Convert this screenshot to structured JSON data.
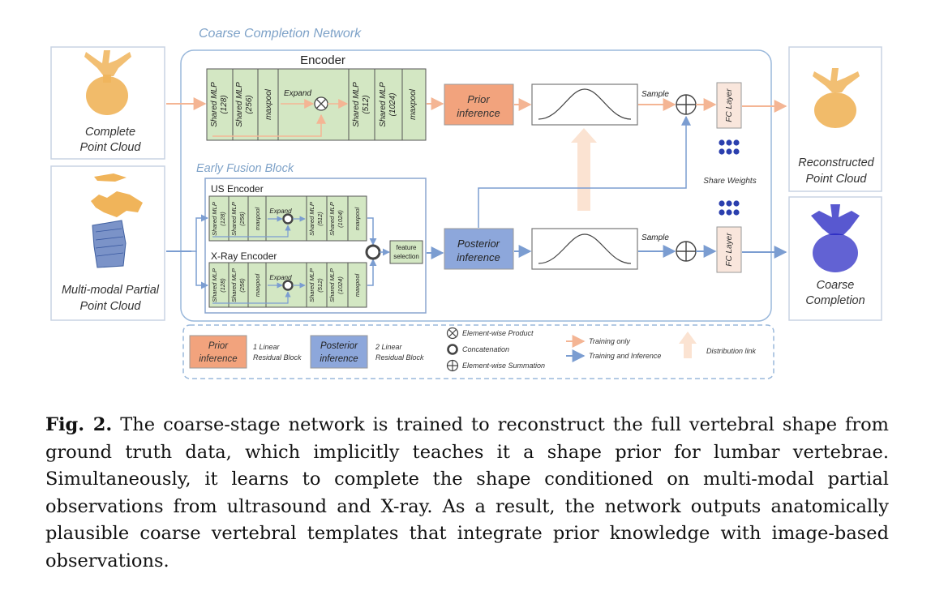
{
  "figure": {
    "network_title": "Coarse Completion Network",
    "encoder_title": "Encoder",
    "fusion_title": "Early Fusion Block",
    "us_encoder_title": "US Encoder",
    "xray_encoder_title": "X-Ray Encoder",
    "inputs": {
      "complete_line1": "Complete",
      "complete_line2": "Point Cloud",
      "partial_line1": "Multi-modal Partial",
      "partial_line2": "Point Cloud"
    },
    "outputs": {
      "reconstructed_line1": "Reconstructed",
      "reconstructed_line2": "Point Cloud",
      "coarse_line1": "Coarse",
      "coarse_line2": "Completion"
    },
    "layers": {
      "mlp128_a": "Shared MLP",
      "mlp128_b": "(128)",
      "mlp256_a": "Shared MLP",
      "mlp256_b": "(256)",
      "maxpool": "maxpool",
      "expand": "Expand",
      "mlp512_a": "Shared MLP",
      "mlp512_b": "(512)",
      "mlp1024_a": "Shared MLP",
      "mlp1024_b": "(1024)"
    },
    "prior_line1": "Prior",
    "prior_line2": "inference",
    "posterior_line1": "Posterior",
    "posterior_line2": "inference",
    "feature_line1": "feature",
    "feature_line2": "selection",
    "sample": "Sample",
    "fc_layer": "FC Layer",
    "share_weights": "Share Weights",
    "legend": {
      "prior_line1": "Prior",
      "prior_line2": "inference",
      "prior_desc1": "1 Linear",
      "prior_desc2": "Residual Block",
      "posterior_line1": "Posterior",
      "posterior_line2": "inference",
      "posterior_desc1": "2 Linear",
      "posterior_desc2": "Residual Block",
      "product": "Element-wise Product",
      "concat": "Concatenation",
      "sum": "Element-wise Summation",
      "training_only": "Training only",
      "training_inference": "Training and Inference",
      "distribution_link": "Distribution link"
    },
    "colors": {
      "green_fill": "#d3e7c3",
      "green_stroke": "#6e9e59",
      "orange": "#f2a37d",
      "orange_arrow": "#f4b594",
      "blue": "#8da7db",
      "blue_arrow": "#7b9dd1",
      "frame_blue": "#9ab8db",
      "fc_fill": "#f9e6dc",
      "cloud_orange": "#f0b45a",
      "cloud_blue": "#2020c0",
      "dot_blue": "#2b3fae"
    }
  },
  "caption": {
    "label": "Fig. 2.",
    "text": " The coarse-stage network is trained to reconstruct the full vertebral shape from ground truth data, which implicitly teaches it a shape prior for lumbar vertebrae. Simultaneously, it learns to complete the shape conditioned on multi-modal partial observations from ultrasound and X-ray. As a result, the network outputs anatomically plausible coarse vertebral templates that integrate prior knowledge with image-based observations."
  }
}
